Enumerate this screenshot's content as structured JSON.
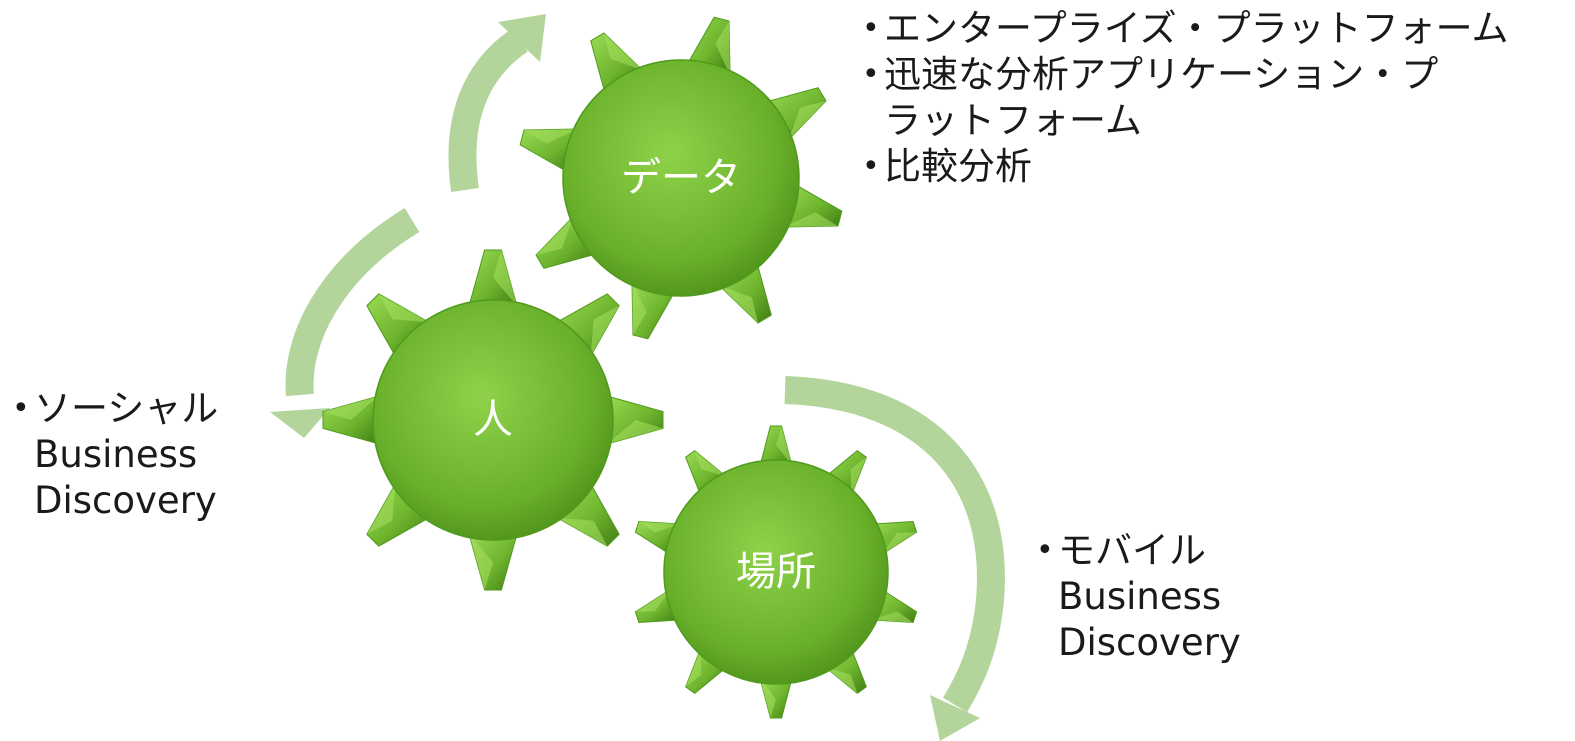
{
  "gears": {
    "data": {
      "label": "データ"
    },
    "people": {
      "label": "人"
    },
    "place": {
      "label": "場所"
    }
  },
  "lists": {
    "data": {
      "items": [
        {
          "lines": [
            "エンタープライズ・プラットフォーム"
          ]
        },
        {
          "lines": [
            "迅速な分析アプリケーション・プ",
            "ラットフォーム"
          ]
        },
        {
          "lines": [
            "比較分析"
          ]
        }
      ]
    },
    "people": {
      "items": [
        {
          "lines": [
            "ソーシャル",
            "Business",
            "Discovery"
          ]
        }
      ]
    },
    "place": {
      "items": [
        {
          "lines": [
            "モバイル",
            "Business",
            "Discovery"
          ]
        }
      ]
    }
  },
  "colors": {
    "gear_light": "#8fd24a",
    "gear_mid": "#6cb52b",
    "gear_dark": "#3f7d13",
    "arrow": "#b3d59b"
  }
}
